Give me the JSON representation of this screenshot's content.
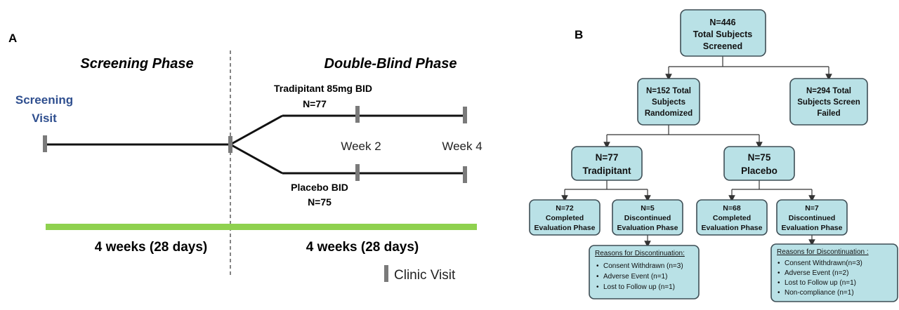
{
  "panel_a": {
    "label": "A",
    "screening_phase": "Screening Phase",
    "double_blind_phase": "Double-Blind Phase",
    "screening_visit": [
      "Screening",
      "Visit"
    ],
    "arm1": [
      "Tradipitant 85mg BID",
      "N=77"
    ],
    "arm2": [
      "Placebo BID",
      "N=75"
    ],
    "week2": "Week 2",
    "week4": "Week 4",
    "duration_left": "4 weeks (28 days)",
    "duration_right": "4 weeks (28 days)",
    "legend": "Clinic Visit",
    "colors": {
      "timeline_bar": "#8fd14f",
      "visit_marker": "#7a7a7a",
      "screening_text": "#2f4f8f"
    }
  },
  "panel_b": {
    "label": "B",
    "box_color": "#b9e1e6",
    "screened": [
      "N=446",
      "Total Subjects",
      "Screened"
    ],
    "randomized": [
      "N=152 Total",
      "Subjects",
      "Randomized"
    ],
    "screen_failed": [
      "N=294 Total",
      "Subjects Screen",
      "Failed"
    ],
    "tradipitant": [
      "N=77",
      "Tradipitant"
    ],
    "placebo": [
      "N=75",
      "Placebo"
    ],
    "trad_completed": [
      "N=72",
      "Completed",
      "Evaluation Phase"
    ],
    "trad_discontinued": [
      "N=5",
      "Discontinued",
      "Evaluation Phase"
    ],
    "plac_completed": [
      "N=68",
      "Completed",
      "Evaluation Phase"
    ],
    "plac_discontinued": [
      "N=7",
      "Discontinued",
      "Evaluation Phase"
    ],
    "trad_reasons": {
      "title": "Reasons for Discontinuation:",
      "items": [
        "Consent Withdrawn (n=3)",
        "Adverse Event (n=1)",
        "Lost to Follow up (n=1)"
      ]
    },
    "plac_reasons": {
      "title": "Reasons for Discontinuation :",
      "items": [
        "Consent Withdrawn(n=3)",
        "Adverse Event (n=2)",
        "Lost to Follow up (n=1)",
        "Non-compliance (n=1)"
      ]
    }
  }
}
